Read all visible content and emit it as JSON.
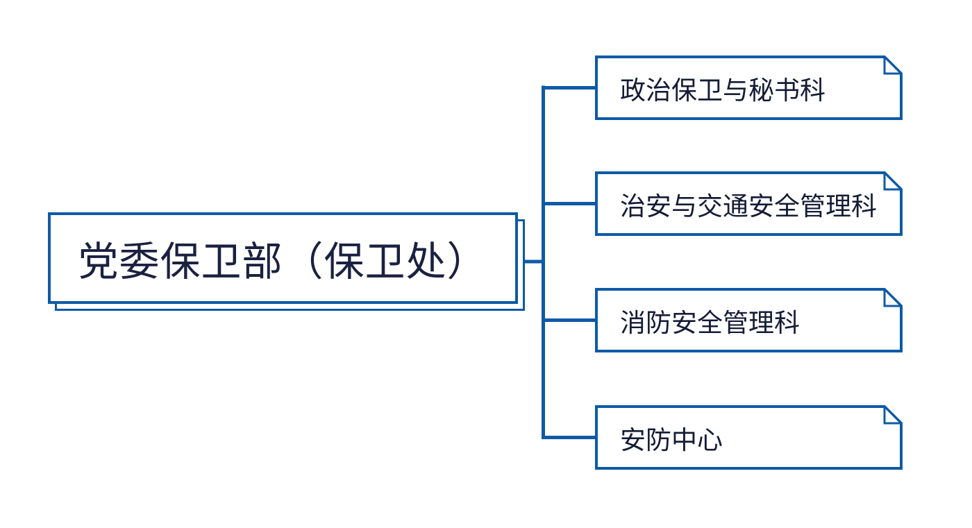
{
  "diagram": {
    "type": "org-chart",
    "root": {
      "label": "党委保卫部（保卫处）"
    },
    "children": [
      {
        "label": "政治保卫与秘书科"
      },
      {
        "label": "治安与交通安全管理科"
      },
      {
        "label": "消防安全管理科"
      },
      {
        "label": "安防中心"
      }
    ],
    "colors": {
      "line": "#0e5aa6",
      "root_text": "#1a2140",
      "child_text": "#141c36",
      "background": "#ffffff"
    }
  }
}
